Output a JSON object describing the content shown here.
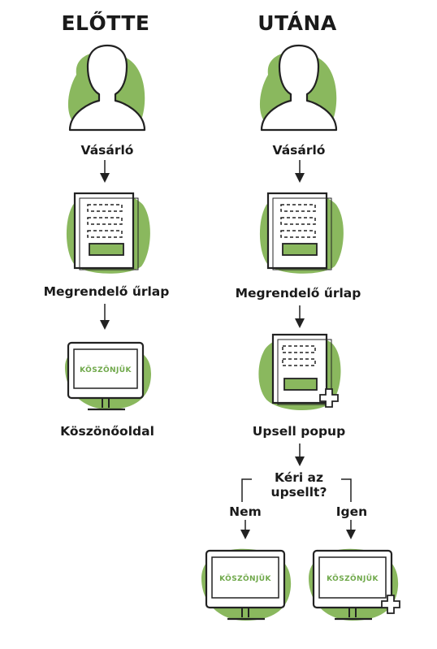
{
  "headings": {
    "before": "ELŐTTE",
    "after": "UTÁNA"
  },
  "before_flow": {
    "customer": "Vásárló",
    "order_form": "Megrendelő űrlap",
    "thank_you_page": "Köszönőoldal",
    "monitor_text": "KÖSZÖNJÜK"
  },
  "after_flow": {
    "customer": "Vásárló",
    "order_form": "Megrendelő űrlap",
    "upsell_popup": "Upsell popup",
    "question_line1": "Kéri az",
    "question_line2": "upsellt?",
    "no": "Nem",
    "yes": "Igen",
    "monitor_text_no": "KÖSZÖNJÜK",
    "monitor_text_yes": "KÖSZÖNJÜK"
  },
  "colors": {
    "accent_green": "#8ab85e",
    "line": "#222222"
  }
}
